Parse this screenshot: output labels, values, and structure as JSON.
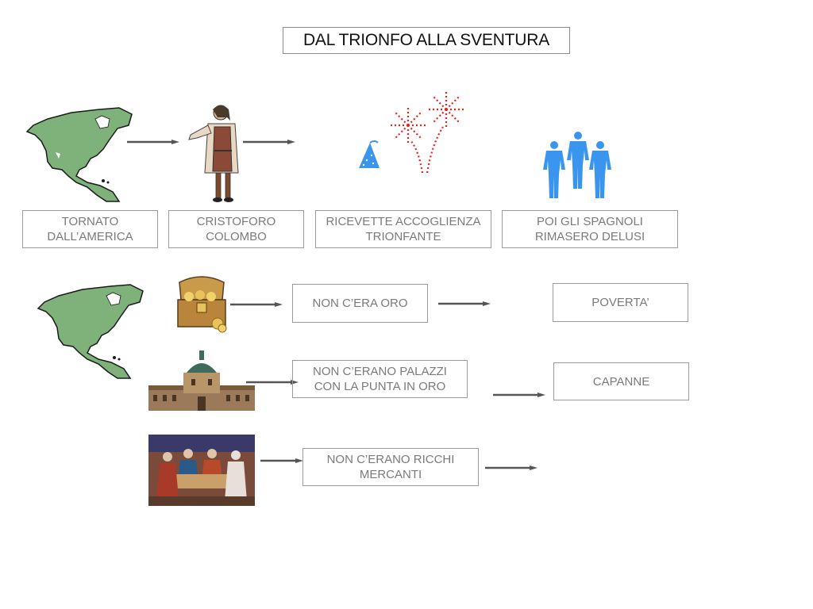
{
  "title": "DAL TRIONFO ALLA SVENTURA",
  "row1": {
    "labels": [
      "TORNATO\nDALL’AMERICA",
      "CRISTOFORO\nCOLOMBO",
      "RICEVETTE ACCOGLIENZA\nTRIONFANTE",
      "POI GLI SPAGNOLI\nRIMASERO DELUSI"
    ]
  },
  "rows": {
    "gold_claim": "NON C’ERA ORO",
    "gold_result": "POVERTA’",
    "palaces_claim": "NON C’ERANO PALAZZI\nCON LA PUNTA IN ORO",
    "palaces_result": "CAPANNE",
    "merchants_claim": "NON C’ERANO RICCHI\nMERCANTI"
  },
  "colors": {
    "map_green": "#7fb27a",
    "people_blue": "#3a95ee",
    "firework_red": "#e2231a",
    "arrow_gray": "#555555",
    "box_text": "#7a7a7a"
  },
  "icons": [
    "north-america-map-icon",
    "columbus-figure-icon",
    "party-hat-icon",
    "fireworks-icon",
    "three-people-icon",
    "treasure-chest-icon",
    "palace-icon",
    "merchants-painting-icon"
  ]
}
